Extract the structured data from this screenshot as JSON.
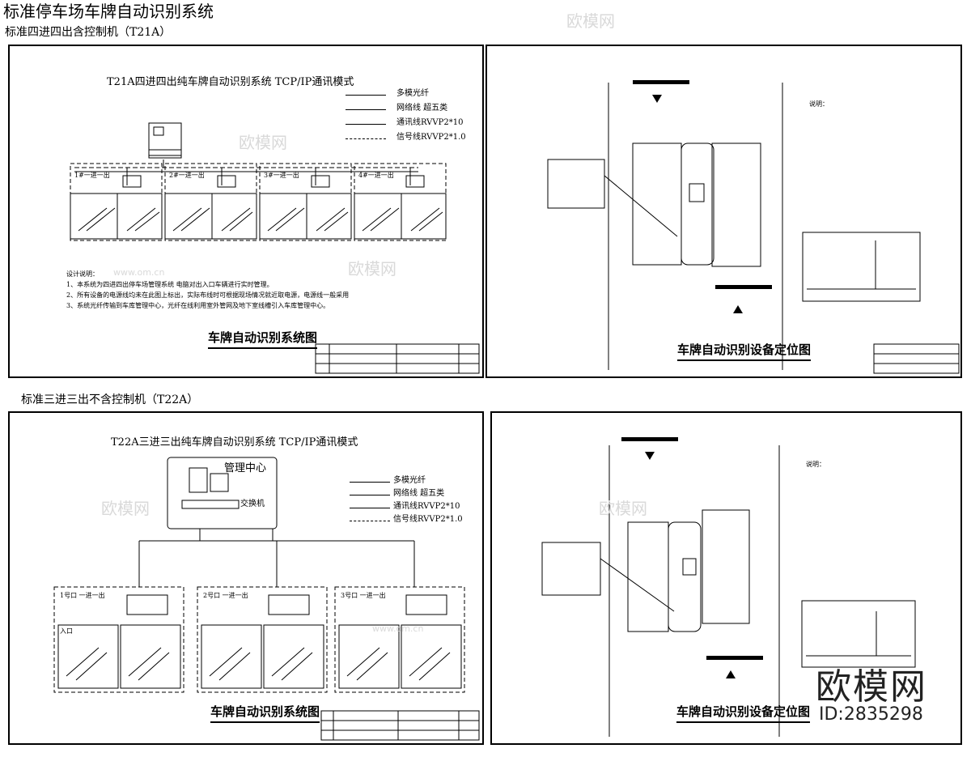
{
  "header": {
    "title": "标准停车场车牌自动识别系统",
    "subtitle_top": "标准四进四出含控制机（T21A）",
    "subtitle_bottom": "标准三进三出不含控制机（T22A）"
  },
  "sheet_tl": {
    "title": "T21A四进四出纯车牌自动识别系统 TCP/IP通讯模式",
    "legend": [
      "多模光纤",
      "网络线  超五类",
      "通讯线RVVP2*10",
      "信号线RVVP2*1.0"
    ],
    "lanes": [
      "1#一进一出",
      "2#一进一出",
      "3#一进一出",
      "4#一进一出"
    ],
    "notes_head": "设计说明：",
    "notes": [
      "1、本系统为四进四出停车场管理系统 电脑对出入口车辆进行实时管理。",
      "2、所有设备的电源线均未在此图上标出，实际布线时可根据现场情况就近取电源，电源线一般采用",
      "3、系统光纤传输到车库管理中心，光纤在线利用室外管网及地下室线槽引入车库管理中心。"
    ],
    "caption": "车牌自动识别系统图"
  },
  "sheet_tr": {
    "caption": "车牌自动识别设备定位图",
    "notes_head": "说明："
  },
  "sheet_bl": {
    "title": "T22A三进三出纯车牌自动识别系统 TCP/IP通讯模式",
    "center": "管理中心",
    "switch": "交换机",
    "legend": [
      "多模光纤",
      "网络线  超五类",
      "通讯线RVVP2*10",
      "信号线RVVP2*1.0"
    ],
    "lanes": [
      "1号口 一进一出",
      "2号口 一进一出",
      "3号口 一进一出"
    ],
    "entry": "入口",
    "caption": "车牌自动识别系统图"
  },
  "sheet_br": {
    "caption": "车牌自动识别设备定位图",
    "notes_head": "说明："
  },
  "watermark": {
    "brand": "欧模网",
    "site": "www.om.cn",
    "big": "欧模网",
    "id": "ID:2835298"
  }
}
